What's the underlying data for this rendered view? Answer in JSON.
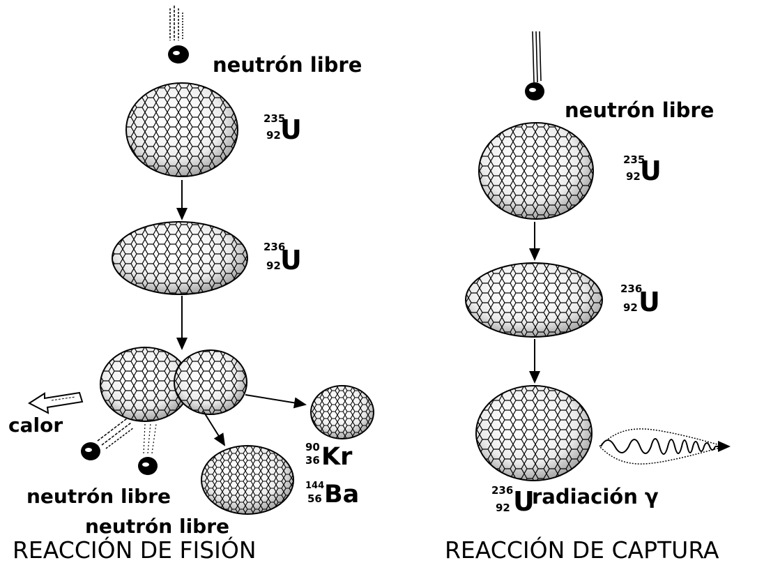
{
  "fission": {
    "title": "REACCIÓN DE FISIÓN",
    "incoming_label": "neutrón libre",
    "u235": {
      "mass": "235",
      "atomic": "92",
      "symbol": "U"
    },
    "u236": {
      "mass": "236",
      "atomic": "92",
      "symbol": "U"
    },
    "kr": {
      "mass": "90",
      "atomic": "36",
      "symbol": "Kr"
    },
    "ba": {
      "mass": "144",
      "atomic": "56",
      "symbol": "Ba"
    },
    "heat_label": "calor",
    "neutron_label_1": "neutrón libre",
    "neutron_label_2": "neutrón libre"
  },
  "capture": {
    "title": "REACCIÓN DE CAPTURA",
    "incoming_label": "neutrón libre",
    "u235": {
      "mass": "235",
      "atomic": "92",
      "symbol": "U"
    },
    "u236a": {
      "mass": "236",
      "atomic": "92",
      "symbol": "U"
    },
    "u236b": {
      "mass": "236",
      "atomic": "92",
      "symbol": "U"
    },
    "gamma_label": "radiación γ"
  }
}
